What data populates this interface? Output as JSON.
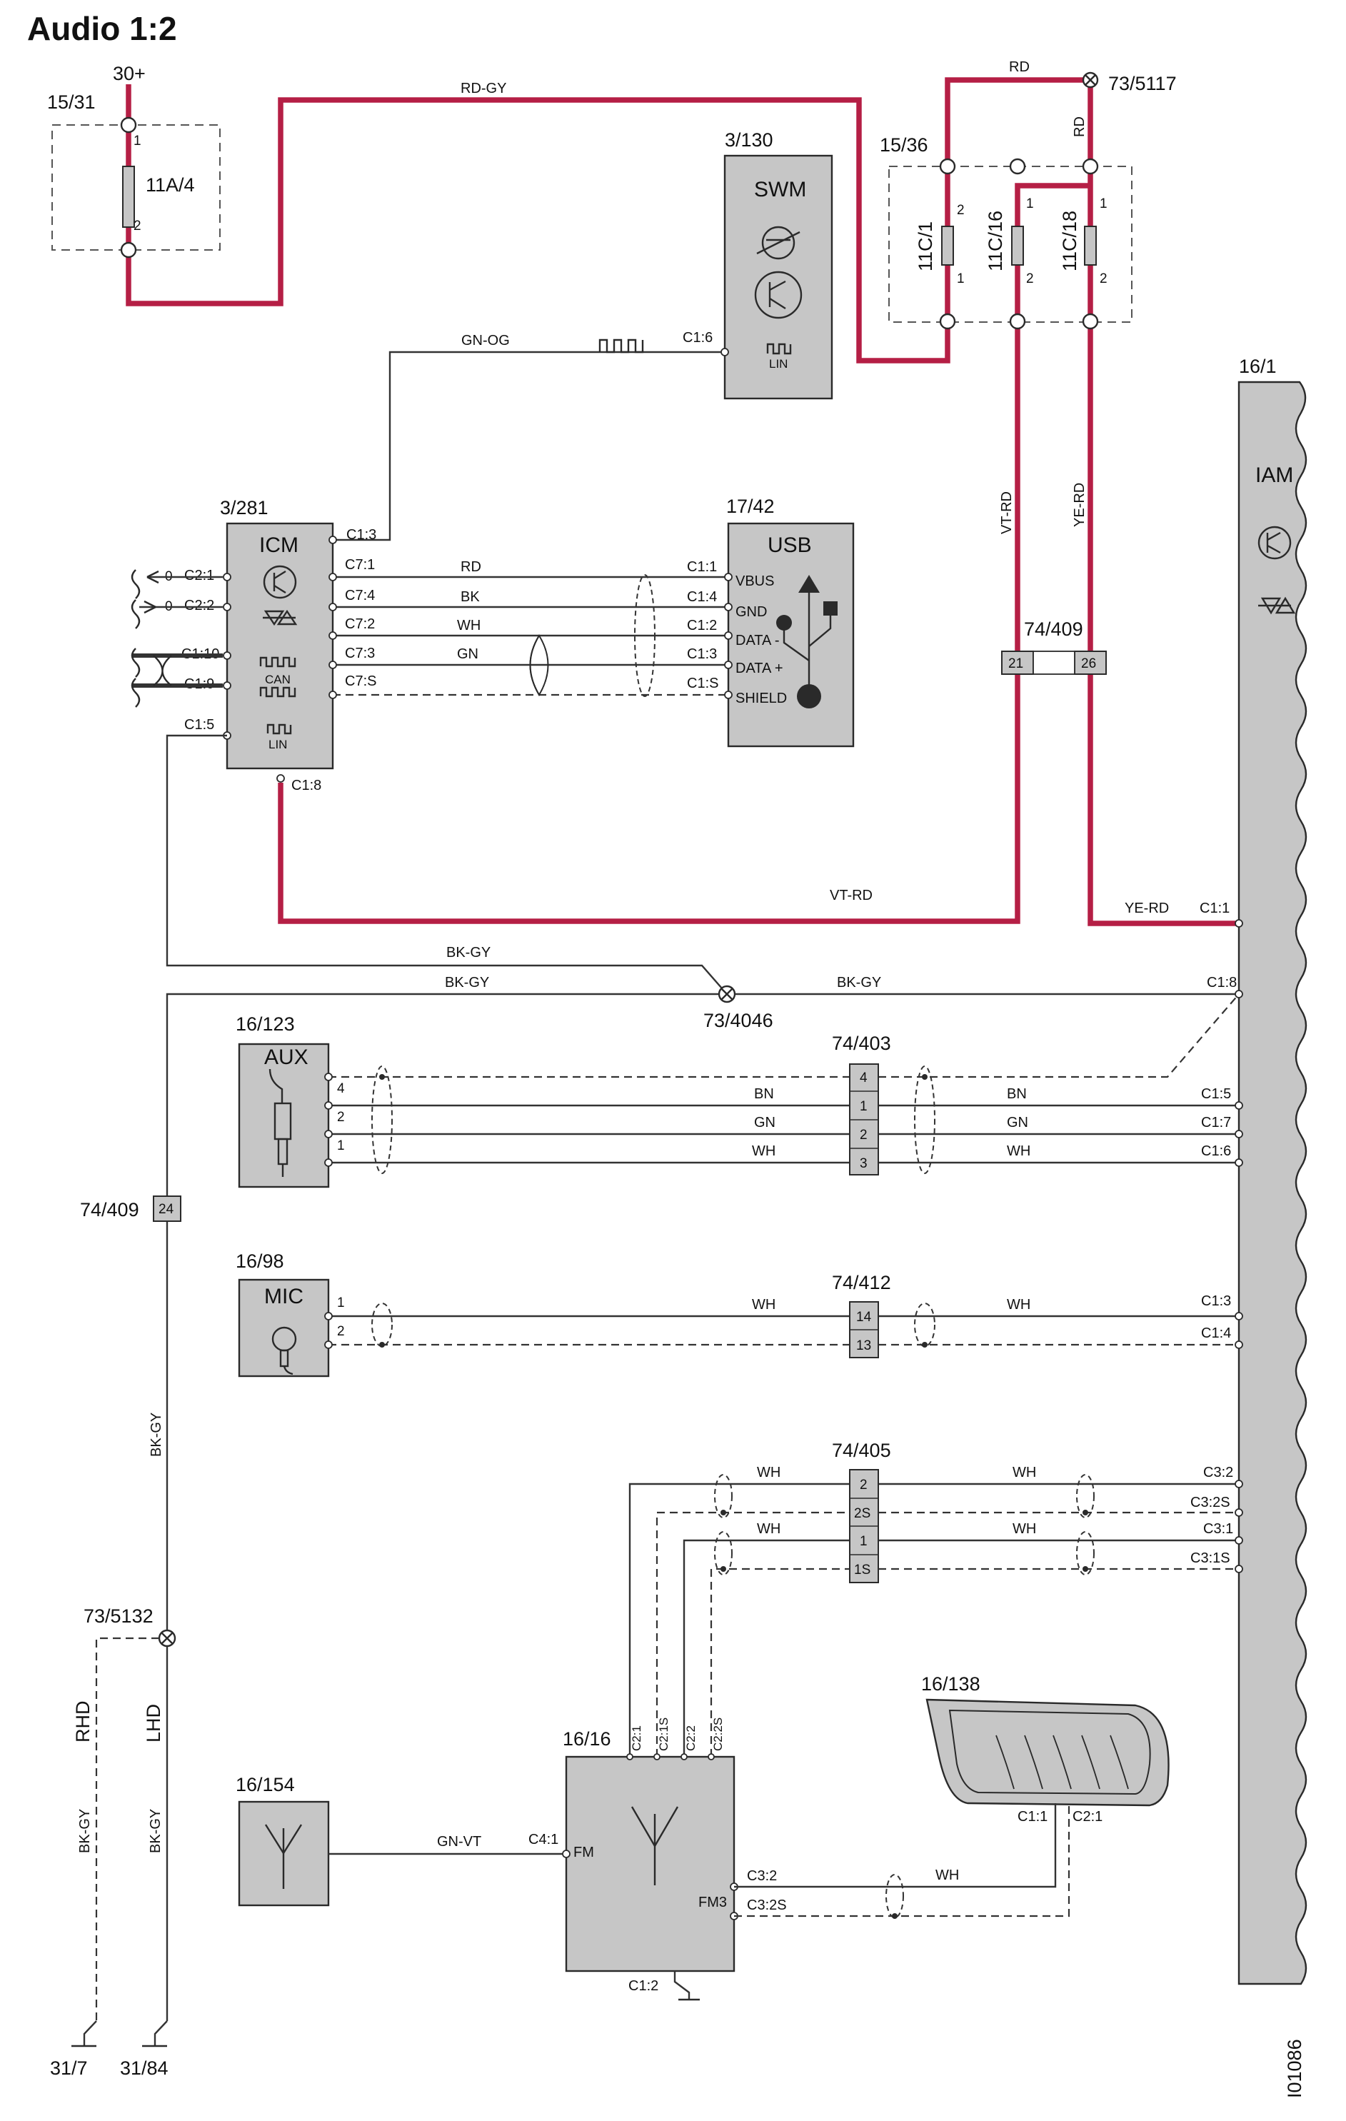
{
  "title": "Audio 1:2",
  "image_id_label": "I01086",
  "colors": {
    "power_wire": "#b51f45",
    "component_fill": "#c6c6c6"
  },
  "supply": {
    "label": "30+"
  },
  "fuse_box_15_31": {
    "id": "15/31",
    "fuse": "11A/4",
    "pin_top": "1",
    "pin_bottom": "2"
  },
  "fuse_box_15_36": {
    "id": "15/36",
    "fuses": [
      {
        "name": "11C/1",
        "pin_top": "2",
        "pin_bottom": "1"
      },
      {
        "name": "11C/16",
        "pin_top": "1",
        "pin_bottom": "2"
      },
      {
        "name": "11C/18",
        "pin_top": "1",
        "pin_bottom": "2"
      }
    ]
  },
  "ground_points": {
    "g5117": "73/5117",
    "g4046": "73/4046",
    "g5132": "73/5132",
    "g31_7": "31/7",
    "g31_84": "31/84"
  },
  "swm": {
    "id": "3/130",
    "name": "SWM",
    "pin": "C1:6",
    "lin": "LIN"
  },
  "icm": {
    "id": "3/281",
    "name": "ICM",
    "pins_left": [
      "C2:1",
      "C2:2",
      "C1:10",
      "C1:9",
      "C1:5"
    ],
    "pins_right": [
      "C1:3",
      "C7:1",
      "C7:4",
      "C7:2",
      "C7:3",
      "C7:S"
    ],
    "pin_bottom": "C1:8",
    "can": "CAN",
    "lin": "LIN",
    "zero_marks": [
      "0",
      "0"
    ]
  },
  "usb": {
    "id": "17/42",
    "name": "USB",
    "pins": [
      "C1:1",
      "C1:4",
      "C1:2",
      "C1:3",
      "C1:S"
    ],
    "signals": [
      "VBUS",
      "GND",
      "DATA -",
      "DATA +",
      "SHIELD"
    ]
  },
  "icm_usb_wires": [
    "RD",
    "BK",
    "WH",
    "GN"
  ],
  "iam": {
    "id": "16/1",
    "name": "IAM",
    "pins": [
      "C1:1",
      "C1:8",
      "C1:5",
      "C1:7",
      "C1:6",
      "C1:3",
      "C1:4",
      "C3:2",
      "C3:2S",
      "C3:1",
      "C3:1S"
    ]
  },
  "wires": {
    "rd_gy": "RD-GY",
    "rd_top": "RD",
    "rd_vert": "RD",
    "gn_og": "GN-OG",
    "vt_rd_vert": "VT-RD",
    "ye_rd_vert": "YE-RD",
    "vt_rd_horiz": "VT-RD",
    "ye_rd_horiz": "YE-RD",
    "bk_gy_1": "BK-GY",
    "bk_gy_2": "BK-GY",
    "bk_gy_3": "BK-GY",
    "bk_gy_vert": "BK-GY",
    "bk_gy_rhd": "BK-GY",
    "bk_gy_lhd": "BK-GY",
    "gn_vt": "GN-VT",
    "wh_fm3": "WH"
  },
  "connector_74_409": {
    "id": "74/409",
    "pins": [
      "21",
      "26"
    ],
    "pin_left": "24"
  },
  "aux": {
    "id": "16/123",
    "name": "AUX",
    "pins": [
      "4",
      "2",
      "1"
    ],
    "wires_left": [
      "BN",
      "GN",
      "WH"
    ],
    "wires_right": [
      "BN",
      "GN",
      "WH"
    ],
    "connector": {
      "id": "74/403",
      "pins": [
        "4",
        "1",
        "2",
        "3"
      ]
    }
  },
  "mic": {
    "id": "16/98",
    "name": "MIC",
    "pins": [
      "1",
      "2"
    ],
    "wires_left": [
      "WH"
    ],
    "wires_right": [
      "WH"
    ],
    "connector": {
      "id": "74/412",
      "pins": [
        "14",
        "13"
      ]
    }
  },
  "connector_74_405": {
    "id": "74/405",
    "pins": [
      "2",
      "2S",
      "1",
      "1S"
    ],
    "wires_left": [
      "WH",
      "WH"
    ],
    "wires_right": [
      "WH",
      "WH"
    ]
  },
  "fm_module": {
    "id": "16/16",
    "pins_top": [
      "C2:1",
      "C2:1S",
      "C2:2",
      "C2:2S"
    ],
    "fm_pin": "C4:1",
    "fm_label": "FM",
    "fm3_label": "FM3",
    "fm3_pins": [
      "C3:2",
      "C3:2S"
    ],
    "ground_pin": "C1:2"
  },
  "antenna_16_154": {
    "id": "16/154"
  },
  "antenna_16_138": {
    "id": "16/138",
    "pins": [
      "C1:1",
      "C2:1"
    ]
  },
  "variants": {
    "rhd": "RHD",
    "lhd": "LHD"
  }
}
